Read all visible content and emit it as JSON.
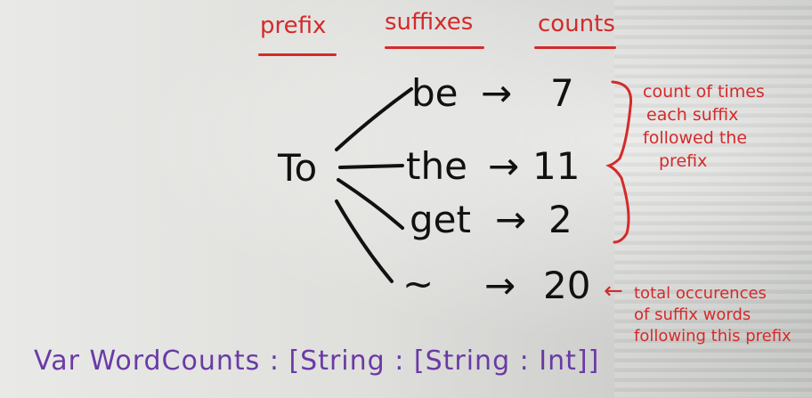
{
  "headers": {
    "prefix": "prefix",
    "suffixes": "suffixes",
    "counts": "counts"
  },
  "prefix_word": "To",
  "rows": [
    {
      "suffix": "be",
      "arrow": "→",
      "count": "7"
    },
    {
      "suffix": "the",
      "arrow": "→",
      "count": "11"
    },
    {
      "suffix": "get",
      "arrow": "→",
      "count": "2"
    },
    {
      "suffix": "~",
      "arrow": "→",
      "count": "20"
    }
  ],
  "brace_note": [
    "count of times",
    "each suffix",
    "followed the",
    "prefix"
  ],
  "total_note": {
    "arrow": "←",
    "lines": [
      "total occurences",
      "of suffix words",
      "following this prefix"
    ]
  },
  "code_line": "Var WordCounts : [String : [String : Int]]",
  "colors": {
    "red_marker": "#d42a2a",
    "black_marker": "#111111",
    "purple_marker": "#6a3aa6"
  }
}
